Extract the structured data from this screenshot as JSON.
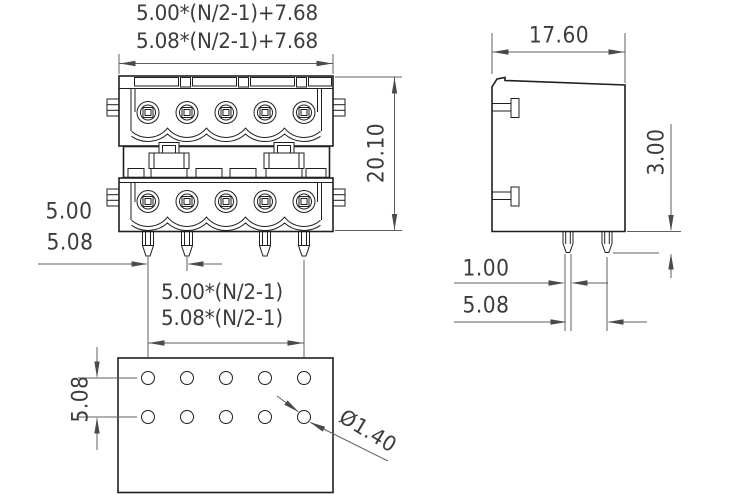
{
  "colors": {
    "bg": "#ffffff",
    "line": "#1f1f1f",
    "dim": "#5f5f5f",
    "text": "#3c3c3c"
  },
  "drawing": {
    "type": "technical-dimension-drawing",
    "subject": "dual-row pluggable terminal block header, N poles, front / side / PCB hole views"
  },
  "labels": {
    "top_formula_a": "5.00*(N/2-1)+7.68",
    "top_formula_b": "5.08*(N/2-1)+7.68",
    "overall_height": "20.10",
    "pitch_a": "5.00",
    "pitch_b": "5.08",
    "span_formula_a": "5.00*(N/2-1)",
    "span_formula_b": "5.08*(N/2-1)",
    "side_depth": "17.60",
    "pin_protrusion": "3.00",
    "pin_width": "1.00",
    "side_pin_spacing": "5.08",
    "hole_row_spacing": "5.08",
    "hole_diameter": "Ø1.40"
  }
}
